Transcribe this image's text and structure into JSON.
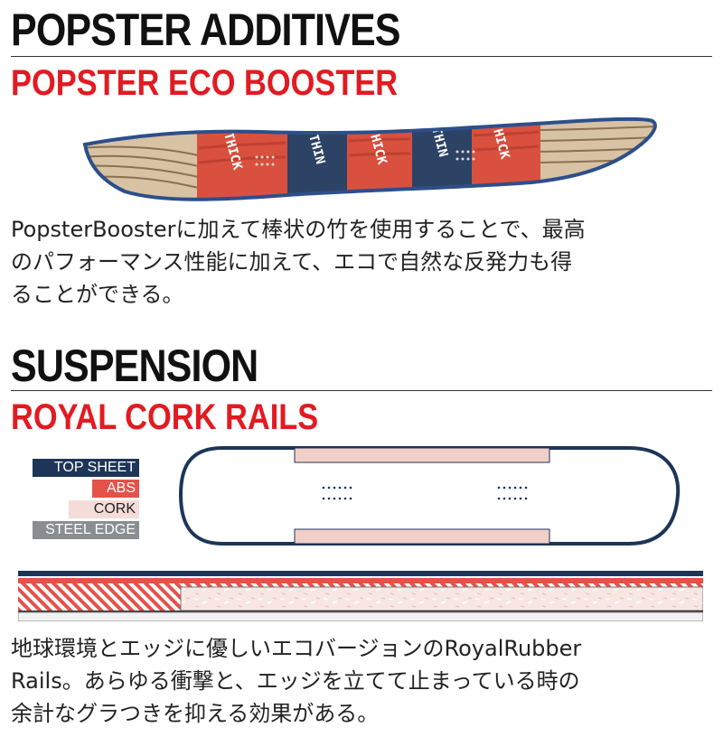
{
  "sections": {
    "popster": {
      "title": "POPSTER ADDITIVES",
      "subtitle": "POPSTER ECO BOOSTER",
      "board_labels": [
        "THICK",
        "THIN",
        "THICK",
        "THIN",
        "THICK"
      ],
      "description_lines": [
        "PopsterBoosterに加えて棒状の竹を使用することで、最高",
        "のパフォーマンス性能に加えて、エコで自然な反発力も得",
        "ることができる。"
      ]
    },
    "suspension": {
      "title": "SUSPENSION",
      "subtitle": "ROYAL CORK RAILS",
      "legend": {
        "top_sheet": "TOP SHEET",
        "abs": "ABS",
        "cork": "CORK",
        "steel_edge": "STEEL EDGE"
      },
      "description_lines": [
        "地球環境とエッジに優しいエコバージョンのRoyalRubber",
        "Rails。あらゆる衝撃と、エッジを立てて止まっている時の",
        "余計なグラつきを抑える効果がある。"
      ]
    }
  },
  "colors": {
    "heading": "#111111",
    "accent_red": "#e11b22",
    "navy": "#1d3557",
    "board_red": "#d9503f",
    "cork": "#f4dcd8",
    "steel": "#8a8d92",
    "wood": "#d7c2a4"
  }
}
